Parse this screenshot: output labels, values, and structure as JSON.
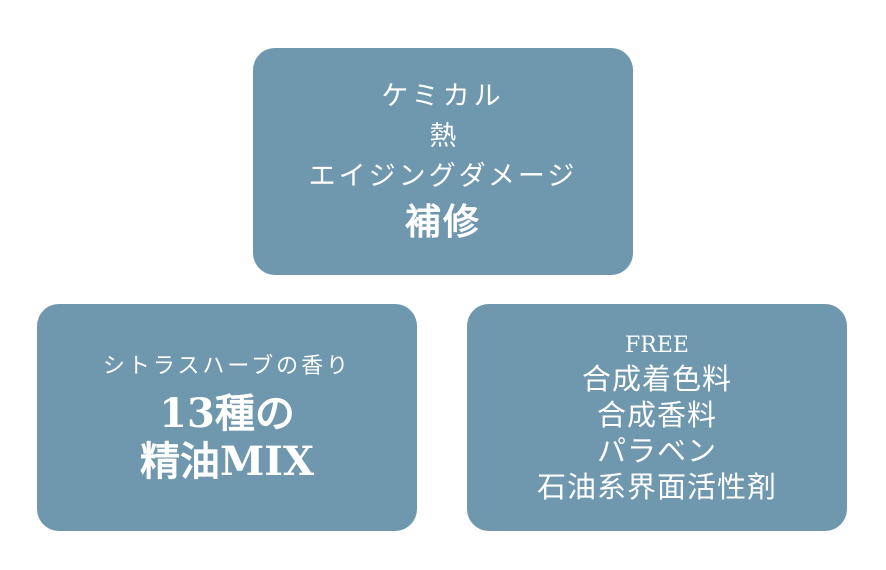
{
  "top_card": {
    "line1": "ケミカル",
    "line2": "熱",
    "line3": "エイジングダメージ",
    "line4": "補修"
  },
  "left_card": {
    "line1": "シトラスハーブの香り",
    "line2": "13種の",
    "line3": "精油MIX"
  },
  "right_card": {
    "line1": "FREE",
    "items": [
      "合成着色料",
      "合成香料",
      "パラベン",
      "石油系界面活性剤"
    ]
  },
  "colors": {
    "card_background": "#6f97ad",
    "text": "#ffffff",
    "page_background": "#ffffff"
  }
}
